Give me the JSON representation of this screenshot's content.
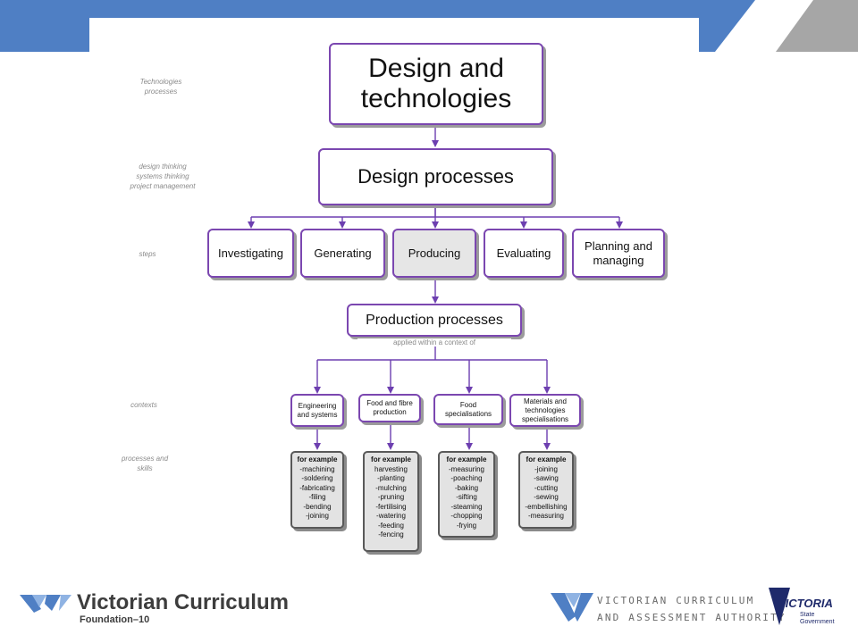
{
  "side_labels": {
    "technologies_processes": "Technologies processes",
    "thinking_1": "design thinking",
    "thinking_2": "systems thinking",
    "thinking_3": "project management",
    "steps": "steps",
    "contexts": "contexts",
    "processes_and_skills": "processes and skills"
  },
  "diagram": {
    "root": "Design and technologies",
    "design_processes": "Design processes",
    "steps": [
      "Investigating",
      "Generating",
      "Producing",
      "Evaluating",
      "Planning and managing"
    ],
    "production_processes": "Production processes",
    "applied_note": "applied within a context of",
    "contexts": [
      "Engineering and systems",
      "Food and fibre production",
      "Food specialisations",
      "Materials and technologies specialisations"
    ],
    "examples_heading": "for example",
    "examples": [
      [
        "-machining",
        "-soldering",
        "-fabricating",
        "-filing",
        "-bending",
        "-joining"
      ],
      [
        "harvesting",
        "-planting",
        "-mulching",
        "-pruning",
        "-fertilising",
        "-watering",
        "-feeding",
        "-fencing"
      ],
      [
        "-measuring",
        "-poaching",
        "-baking",
        "-sifting",
        "-steaming",
        "-chopping",
        "-frying"
      ],
      [
        "-joining",
        "-sawing",
        "-cutting",
        "-sewing",
        "-embellishing",
        "-measuring"
      ]
    ]
  },
  "footer": {
    "vc_title": "Victorian Curriculum",
    "vc_subtitle": "Foundation–10",
    "vcaa_line1": "VICTORIAN CURRICULUM",
    "vcaa_line2": "AND ASSESSMENT AUTHORITY",
    "victoria_word": "VICTORIA",
    "victoria_sub1": "State",
    "victoria_sub2": "Government"
  },
  "colors": {
    "banner_blue": "#4f7fc4",
    "banner_grey": "#a6a6a6",
    "box_border": "#7b47b0",
    "connector": "#6d3fb0",
    "example_border": "#595959"
  }
}
